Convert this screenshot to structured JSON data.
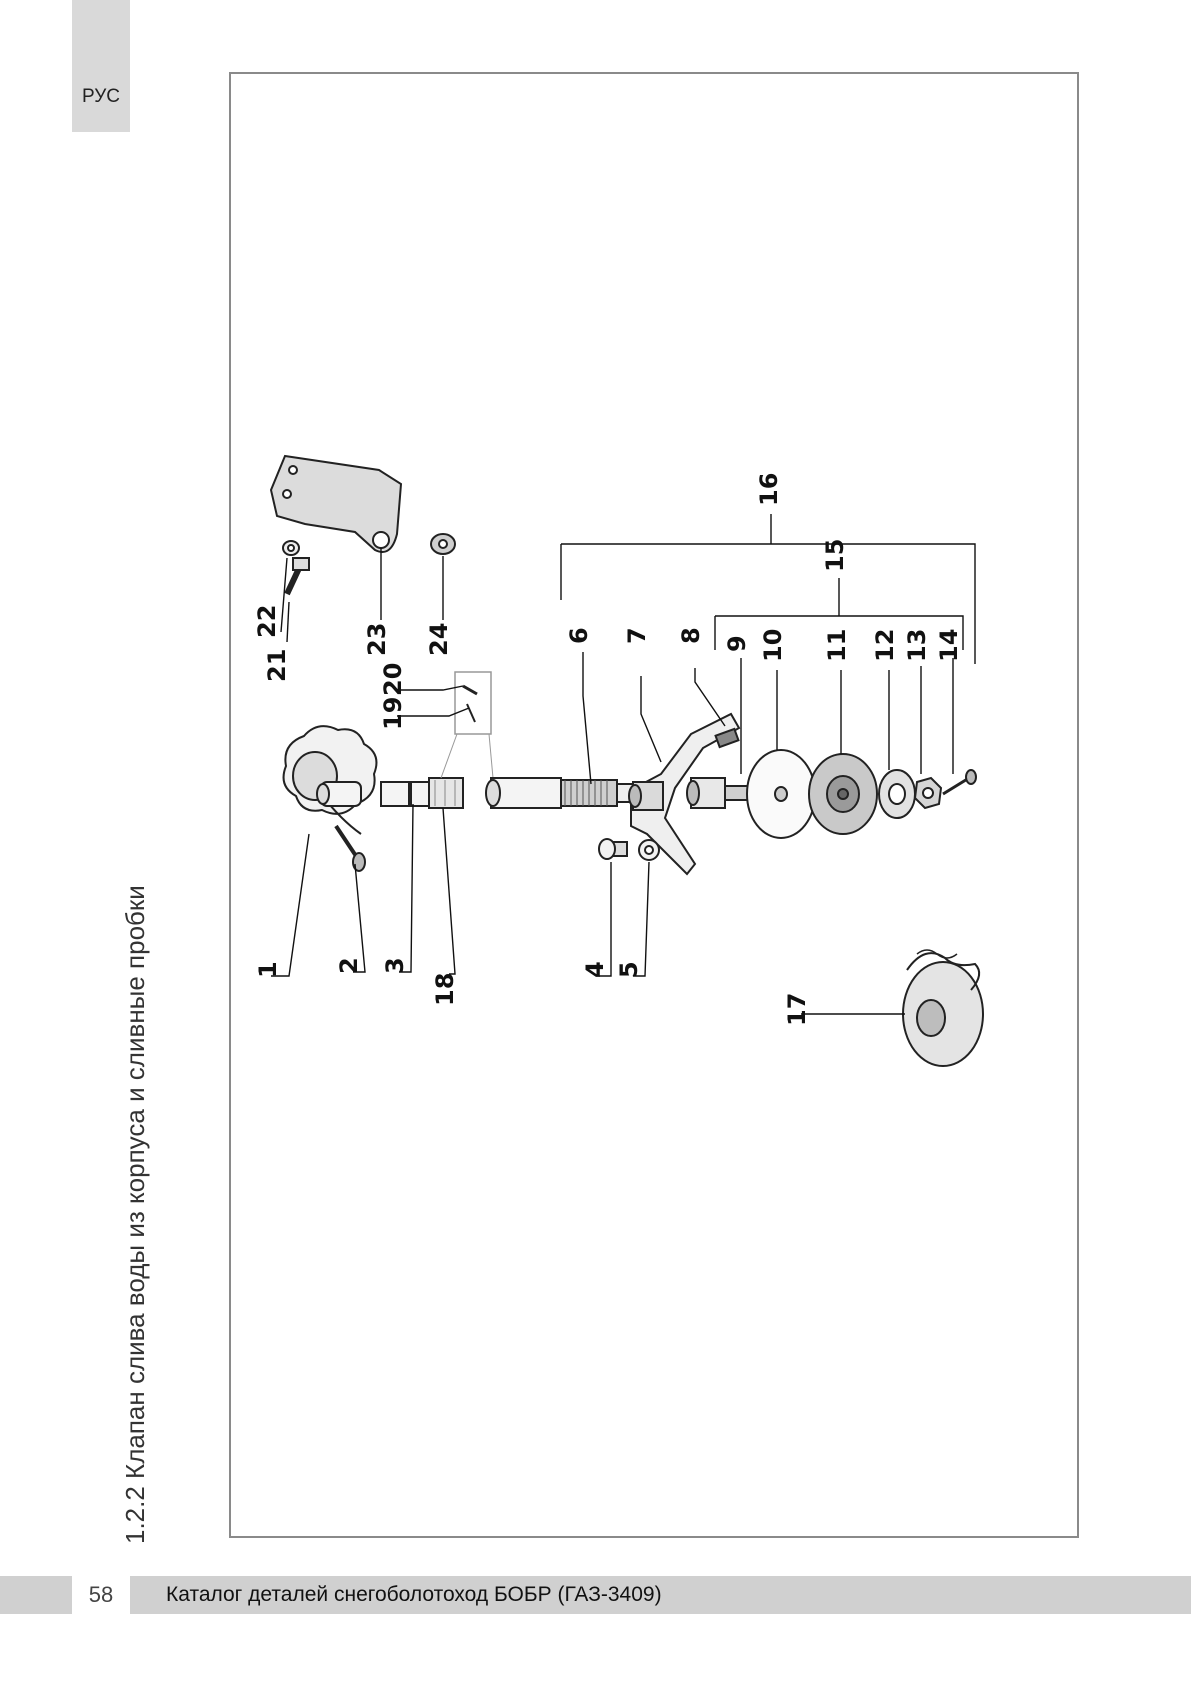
{
  "header": {
    "language_label": "РУС"
  },
  "section": {
    "title": "1.2.2 Клапан слива воды из корпуса и сливные пробки"
  },
  "diagram": {
    "callouts": [
      "1",
      "2",
      "3",
      "4",
      "5",
      "6",
      "7",
      "8",
      "9",
      "10",
      "11",
      "12",
      "13",
      "14",
      "15",
      "16",
      "17",
      "18",
      "19",
      "20",
      "21",
      "22",
      "23",
      "24"
    ]
  },
  "footer": {
    "page_number": "58",
    "catalog_title": "Каталог деталей снегоболотоход БОБР (ГАЗ-3409)"
  }
}
